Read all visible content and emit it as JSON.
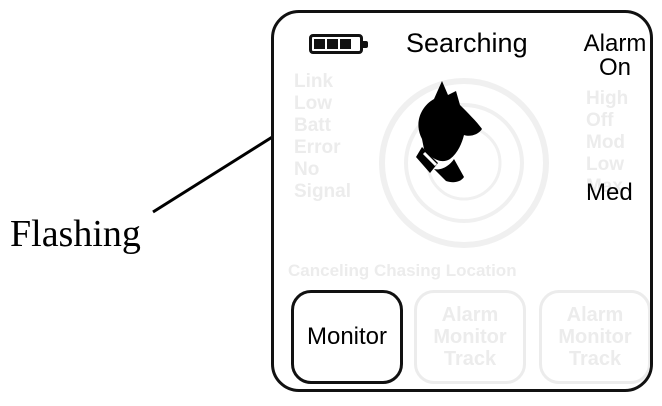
{
  "annotation": {
    "label": "Flashing"
  },
  "device": {
    "status": "Searching",
    "alarm_state": [
      "Alarm",
      "On"
    ],
    "level": "Med",
    "icons": {
      "battery": "battery-full-icon",
      "dog": "dog-head-icon"
    },
    "modes": [
      {
        "label": "Monitor",
        "selected": true
      },
      {
        "label": "Alarm\nMonitor\nTrack",
        "selected": false
      },
      {
        "label": "Alarm\nMonitor\nTrack",
        "selected": false
      }
    ]
  }
}
